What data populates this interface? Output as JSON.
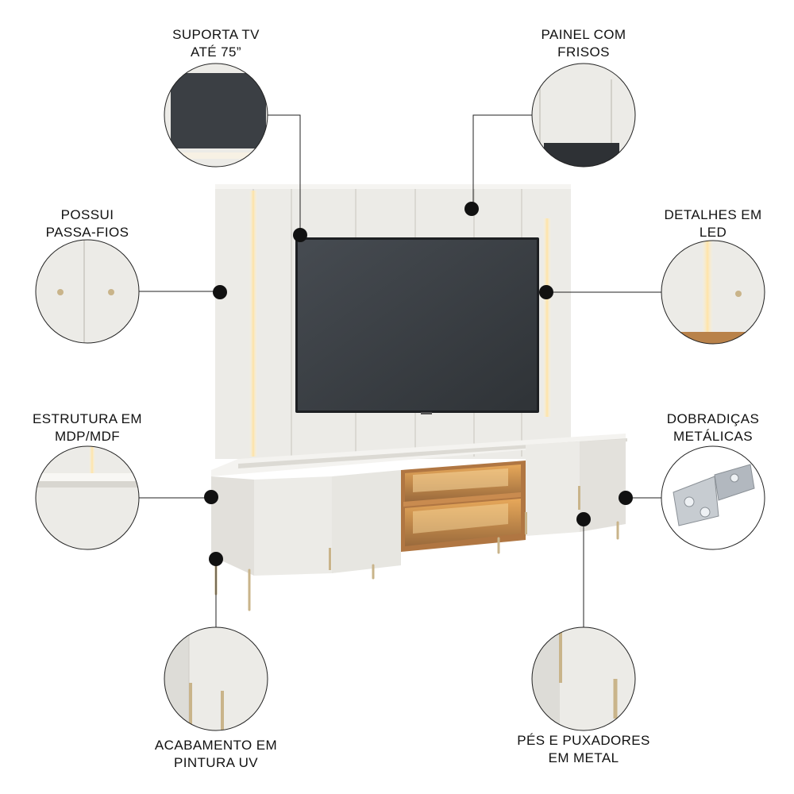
{
  "features": [
    {
      "id": "tv",
      "lines": [
        "SUPORTA TV",
        "ATÉ 75”"
      ]
    },
    {
      "id": "frisos",
      "lines": [
        "PAINEL COM",
        "FRISOS"
      ]
    },
    {
      "id": "passa",
      "lines": [
        "POSSUI",
        "PASSA-FIOS"
      ]
    },
    {
      "id": "led",
      "lines": [
        "DETALHES EM",
        "LED"
      ]
    },
    {
      "id": "estrutura",
      "lines": [
        "ESTRUTURA EM",
        "MDP/MDF"
      ]
    },
    {
      "id": "dobradicas",
      "lines": [
        "DOBRADIÇAS",
        "METÁLICAS"
      ]
    },
    {
      "id": "acabamento",
      "lines": [
        "ACABAMENTO EM",
        "PINTURA UV"
      ]
    },
    {
      "id": "pes",
      "lines": [
        "PÉS E PUXADORES",
        "EM METAL"
      ]
    }
  ],
  "colors": {
    "panel": "#ecebe7",
    "panel_shade": "#dddcd7",
    "tv": "#3b3f44",
    "wood": "#b9824a",
    "led": "#f3d9a0",
    "metal": "#c9b48a",
    "line": "#222222"
  }
}
